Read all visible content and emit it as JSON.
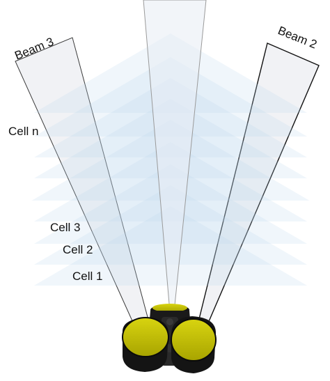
{
  "diagram": {
    "beams": [
      {
        "label": "Beam 3"
      },
      {
        "label": "Beam 2"
      }
    ],
    "cells": [
      {
        "label": "Cell n"
      },
      {
        "label": "Cell 3"
      },
      {
        "label": "Cell 2"
      },
      {
        "label": "Cell 1"
      }
    ],
    "colors": {
      "cell_band": "#bcd4ec",
      "beam_fill": "#e9ecf2",
      "beam_outline": "#222222",
      "transducer_face": "#c4c000",
      "housing": "#141414"
    }
  }
}
